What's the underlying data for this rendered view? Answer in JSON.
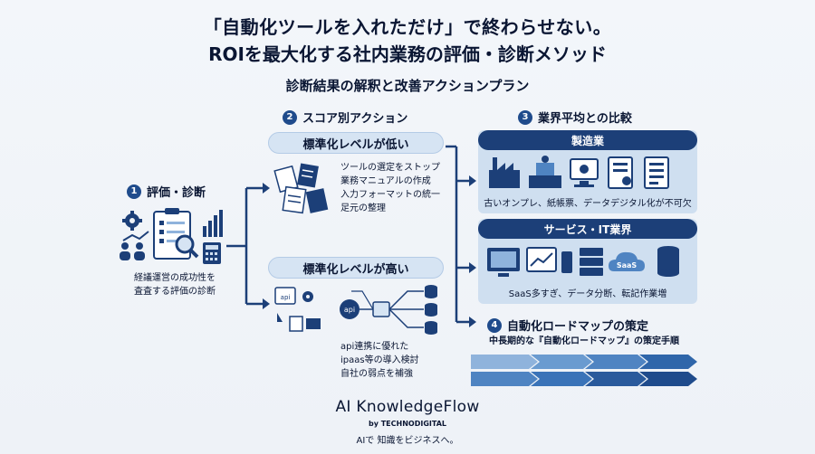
{
  "header": {
    "title_line1": "「自動化ツールを入れただけ」で終わらせない。",
    "title_line2": "ROIを最大化する社内業務の評価・診断メソッド",
    "subtitle": "診断結果の解釈と改善アクションプラン"
  },
  "step1": {
    "number": "1",
    "label": "評価・診断",
    "desc_line1": "経議運営の成功性を",
    "desc_line2": "査査する評価の診断"
  },
  "step2": {
    "number": "2",
    "label": "スコア別アクション",
    "low": {
      "label": "標準化レベルが低い",
      "items": [
        "ツールの選定をストップ",
        "業務マニュアルの作成",
        "入力フォーマットの統一",
        "足元の整理"
      ]
    },
    "high": {
      "label": "標準化レベルが高い",
      "api_tag": "api",
      "items": [
        "api連携に優れた",
        "ipaas等の導入検討",
        "自社の弱点を補強"
      ]
    }
  },
  "step3": {
    "number": "3",
    "label": "業界平均との比較",
    "manufacturing": {
      "label": "製造業",
      "caption": "古いオンプレ、紙帳票、データデジタル化が不可欠"
    },
    "service": {
      "label": "サービス・IT業界",
      "saas_tag": "SaaS",
      "caption": "SaaS多すぎ、データ分断、転記作業増"
    }
  },
  "step4": {
    "number": "4",
    "label": "自動化ロードマップの策定",
    "caption": "中長期的な『自動化ロードマップ』の策定手順"
  },
  "brand": {
    "name": "AI KnowledgeFlow",
    "by": "by TECHNODIGITAL",
    "tagline": "AIで 知識をビジネスへ。"
  },
  "colors": {
    "navy": "#1c3f78",
    "light_blue": "#cfdff0",
    "pill": "#d6e4f3",
    "arrow_light": "#8fb3dc",
    "arrow_mid": "#4f84c2",
    "arrow_dark": "#1f4b8c"
  }
}
